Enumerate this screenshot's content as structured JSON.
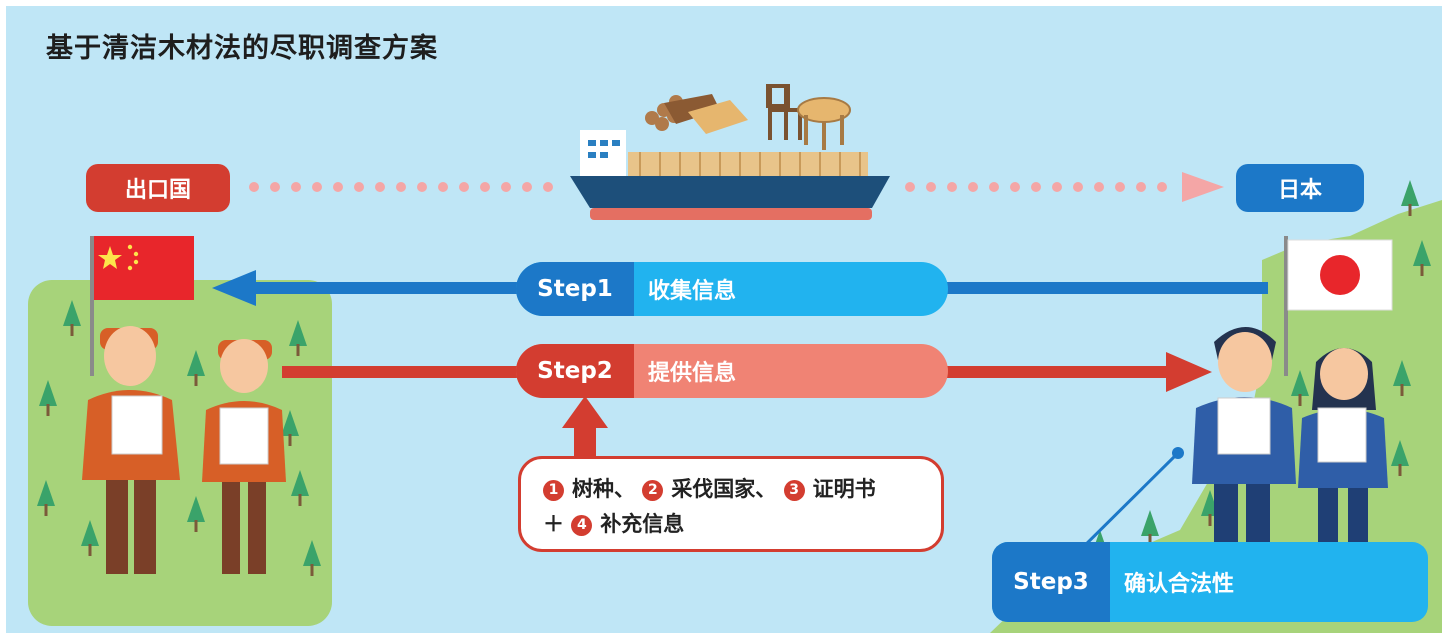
{
  "title": "基于清洁木材法的尽职调查方案",
  "export_country": "出口国",
  "import_country": "日本",
  "steps": [
    {
      "label": "Step1",
      "text": "收集信息"
    },
    {
      "label": "Step2",
      "text": "提供信息"
    },
    {
      "label": "Step3",
      "text": "确认合法性"
    }
  ],
  "info": {
    "items": [
      {
        "num": "1",
        "text": "树种、"
      },
      {
        "num": "2",
        "text": "采伐国家、"
      },
      {
        "num": "3",
        "text": "证明书"
      }
    ],
    "plus": "＋",
    "extra": {
      "num": "4",
      "text": "补充信息"
    }
  },
  "colors": {
    "background": "#bfe6f6",
    "red": "#d33d30",
    "blue": "#1c78c8",
    "cyan": "#21b3ef",
    "salmon": "#f08374",
    "dots": "#f4a6a6",
    "forest": "#a7d37a"
  }
}
